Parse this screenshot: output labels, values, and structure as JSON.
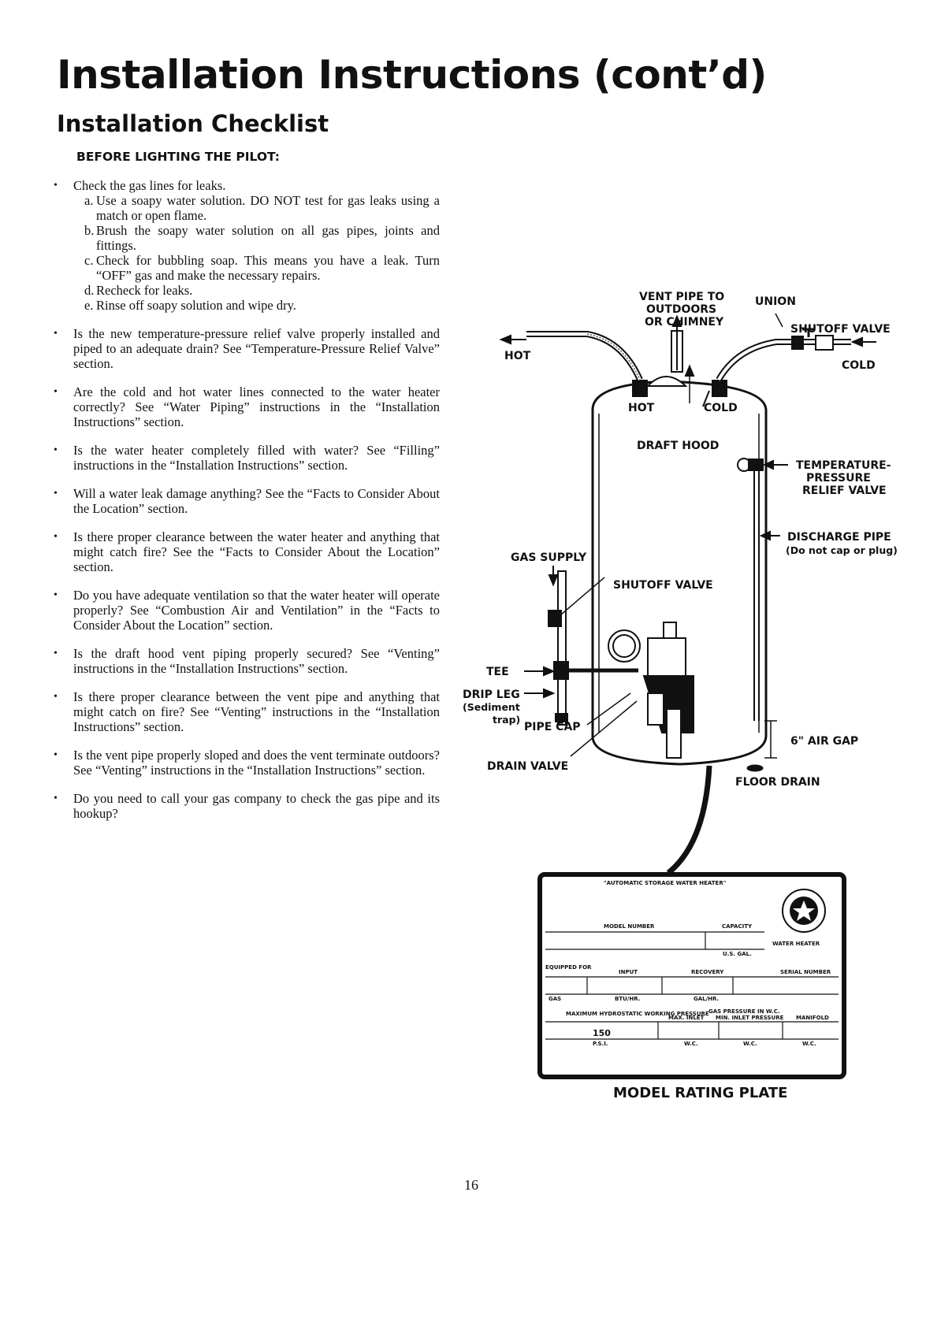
{
  "page": {
    "title": "Installation Instructions (cont’d)",
    "subtitle": "Installation Checklist",
    "section_label": "BEFORE LIGHTING THE PILOT:",
    "page_number": "16"
  },
  "checklist": {
    "items": [
      {
        "text": "Check the gas lines for leaks.",
        "subitems": [
          {
            "letter": "a.",
            "text": "Use a soapy water solution. DO NOT test for gas leaks using a match or open flame."
          },
          {
            "letter": "b.",
            "text": "Brush the soapy water solution on all gas pipes, joints and fittings."
          },
          {
            "letter": "c.",
            "text": "Check for bubbling soap. This means you have a leak. Turn “OFF” gas and make the necessary repairs."
          },
          {
            "letter": "d.",
            "text": "Recheck for leaks."
          },
          {
            "letter": "e.",
            "text": "Rinse off soapy solution and wipe dry."
          }
        ]
      },
      {
        "text": "Is the new temperature-pressure relief valve properly installed and piped to an adequate drain? See “Temperature-Pressure Relief Valve” section."
      },
      {
        "text": "Are the cold and hot water lines connected to the water heater correctly? See “Water Piping” instructions in the “Installation Instructions” section."
      },
      {
        "text": "Is the water heater completely filled with water? See “Filling” instructions in the “Installation Instructions” section."
      },
      {
        "text": "Will a water leak damage anything? See the “Facts to Consider About the Location” section."
      },
      {
        "text": "Is there proper clearance between the water heater and anything that might catch fire? See the “Facts to Consider About the Location” section."
      },
      {
        "text": "Do you have adequate ventilation so that the water heater will operate properly? See “Combustion Air and Ventilation” in the “Facts to Consider About the Location” section."
      },
      {
        "text": "Is the draft hood vent piping properly secured? See “Venting” instructions in the “Installation Instructions” section."
      },
      {
        "text": "Is there proper clearance between the vent pipe and anything that might catch on fire? See “Venting” instructions in the “Installation Instructions” section."
      },
      {
        "text": "Is the vent pipe properly sloped and does the vent terminate outdoors? See “Venting” instructions in the “Installation Instructions” section."
      },
      {
        "text": "Do you need to call your gas company to check the gas pipe and its hookup?"
      }
    ]
  },
  "diagram": {
    "labels": {
      "vent_pipe_1": "VENT PIPE TO",
      "vent_pipe_2": "OUTDOORS",
      "vent_pipe_3": "OR CHIMNEY",
      "union": "UNION",
      "shutoff_valve_top": "SHUTOFF VALVE",
      "hot": "HOT",
      "cold": "COLD",
      "tank_hot": "HOT",
      "tank_cold": "COLD",
      "draft_hood": "DRAFT HOOD",
      "tp_valve_1": "TEMPERATURE-",
      "tp_valve_2": "PRESSURE",
      "tp_valve_3": "RELIEF VALVE",
      "discharge_pipe": "DISCHARGE PIPE",
      "discharge_note": "(Do not cap or plug)",
      "gas_supply": "GAS SUPPLY",
      "shutoff_valve_gas": "SHUTOFF VALVE",
      "tee": "TEE",
      "drip_leg_1": "DRIP LEG",
      "drip_leg_2": "(Sediment",
      "drip_leg_3": "trap)",
      "pipe_cap": "PIPE CAP",
      "drain_valve": "DRAIN VALVE",
      "air_gap": "6\" AIR GAP",
      "floor_drain": "FLOOR DRAIN"
    },
    "rating_plate": {
      "caption": "MODEL RATING PLATE",
      "header": "\"AUTOMATIC STORAGE WATER HEATER\"",
      "model_number": "MODEL NUMBER",
      "capacity": "CAPACITY",
      "us_gal": "U.S. GAL.",
      "water_heater": "WATER HEATER",
      "equipped_for": "EQUIPPED FOR",
      "input": "INPUT",
      "recovery": "RECOVERY",
      "serial_number": "SERIAL NUMBER",
      "gas": "GAS",
      "btu_hr": "BTU/HR.",
      "gal_hr": "GAL/HR.",
      "max_hydro": "MAXIMUM HYDROSTATIC WORKING PRESSURE",
      "gas_pressure": "GAS PRESSURE IN W.C.",
      "max_inlet": "MAX. INLET",
      "min_inlet": "MIN. INLET PRESSURE",
      "manifold": "MANIFOLD",
      "pressure_value": "150",
      "psi": "P.S.I.",
      "wc1": "W.C.",
      "wc2": "W.C.",
      "wc3": "W.C."
    }
  }
}
